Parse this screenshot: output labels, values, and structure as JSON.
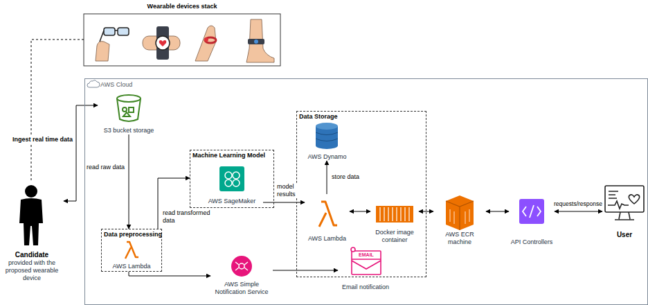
{
  "diagram": {
    "nodes": [
      {
        "text": [
          "Wearable devices stack"
        ]
      },
      {
        "text": [
          "Candidate",
          "provided with the proposed wearable device"
        ]
      },
      {
        "text": [
          "AWS Cloud"
        ]
      },
      {
        "text": [
          "S3 bucket storage"
        ],
        "in": 2
      },
      {
        "text": [
          "Data preprocessing"
        ],
        "in": 2
      },
      {
        "text": [
          "AWS Lambda"
        ],
        "in": 4
      },
      {
        "text": [
          "Machine Learning Model"
        ],
        "in": 2
      },
      {
        "text": [
          "AWS SageMaker"
        ],
        "in": 6
      },
      {
        "text": [
          "Data Storage"
        ],
        "in": 2
      },
      {
        "text": [
          "AWS Dynamo"
        ],
        "in": 8
      },
      {
        "text": [
          "AWS Lambda"
        ],
        "in": 8
      },
      {
        "text": [
          "Docker image container"
        ],
        "in": 8
      },
      {
        "text": [
          "AWS ECR machine"
        ],
        "in": 2
      },
      {
        "text": [
          "API Controllers"
        ],
        "in": 2
      },
      {
        "text": [
          "AWS Simple Notification Service"
        ],
        "in": 2
      },
      {
        "text": [
          "Email notification"
        ],
        "in": 2
      },
      {
        "text": [
          "User"
        ],
        "in": 2
      }
    ],
    "edges": [
      {
        "from": 0,
        "to": 1,
        "arrow": "none"
      },
      {
        "from": 1,
        "to": 3,
        "label": "Ingest real time data",
        "arrow": "both"
      },
      {
        "from": 3,
        "to": 4,
        "label": "read raw data",
        "arrow": "to"
      },
      {
        "from": 4,
        "to": 6,
        "label": "read transformed data",
        "arrow": "to"
      },
      {
        "from": 7,
        "to": 10,
        "label": "model results",
        "arrow": "to"
      },
      {
        "from": 10,
        "to": 9,
        "label": "store data",
        "arrow": "to"
      },
      {
        "from": 10,
        "to": 11,
        "arrow": "both"
      },
      {
        "from": 11,
        "to": 12,
        "arrow": "both"
      },
      {
        "from": 12,
        "to": 13,
        "arrow": "both"
      },
      {
        "from": 13,
        "to": 16,
        "label": "requests/response",
        "arrow": "both"
      },
      {
        "from": 4,
        "to": 14,
        "arrow": "to"
      },
      {
        "from": 14,
        "to": 15,
        "arrow": "to"
      }
    ],
    "labels": [
      "EMAIL"
    ]
  }
}
